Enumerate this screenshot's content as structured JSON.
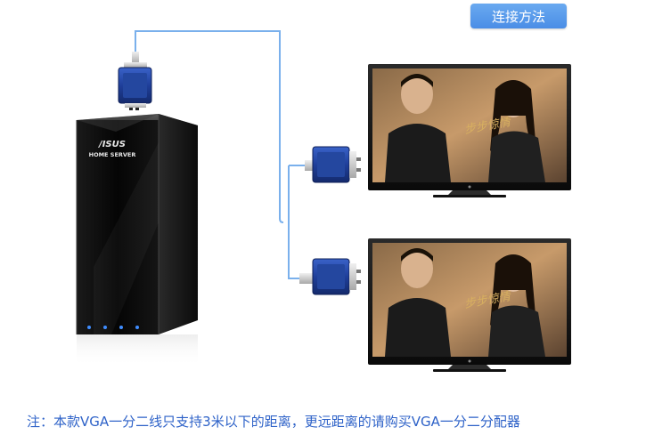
{
  "header": {
    "badge_label": "连接方法"
  },
  "server": {
    "logo_text": "/ISUS",
    "model_text": "HOME SERVER"
  },
  "monitors": {
    "poster_title": "步步惊情"
  },
  "footer": {
    "note": "注：本款VGA一分二线只支持3米以下的距离，更远距离的请购买VGA一分二分配器"
  },
  "colors": {
    "accent": "#4a8de6",
    "note_text": "#2e62c8",
    "cable": "#7ab0ec",
    "connector": "#1f3f9a"
  }
}
